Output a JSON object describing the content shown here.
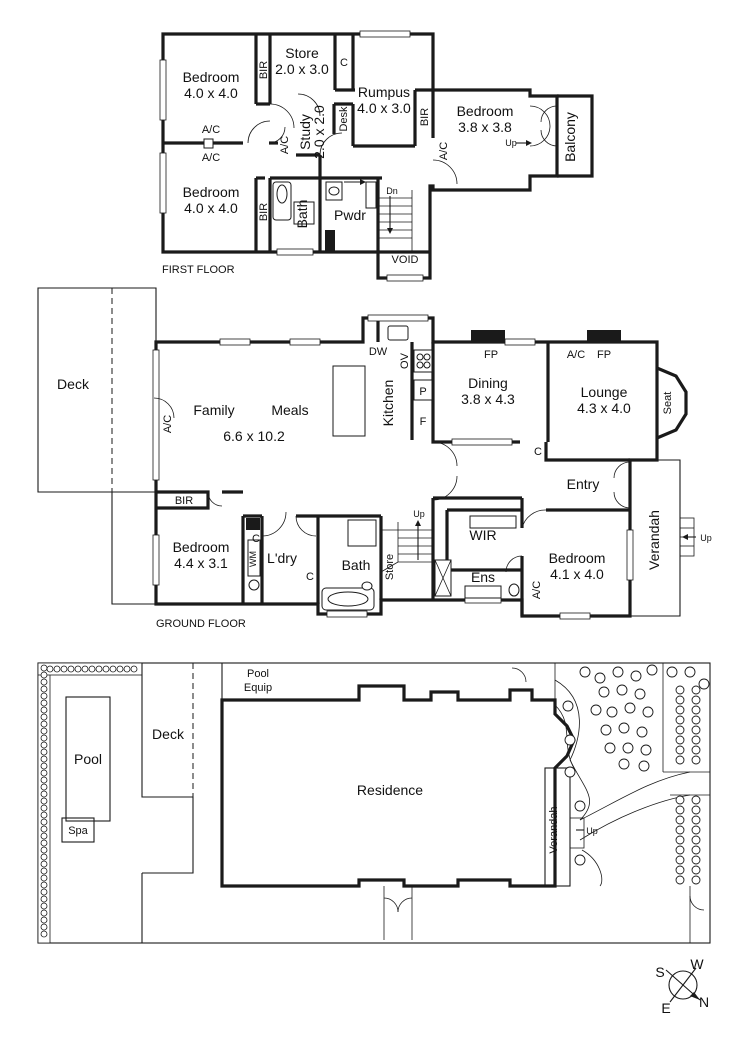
{
  "first_floor": {
    "caption": "FIRST FLOOR",
    "rooms": [
      {
        "name": "Bedroom",
        "size": "4.0 x 4.0"
      },
      {
        "name": "Store",
        "size": "2.0 x 3.0"
      },
      {
        "name": "Rumpus",
        "size": "4.0 x 3.0"
      },
      {
        "name": "Study",
        "size": "2.0 x 2.0"
      },
      {
        "name": "Bedroom",
        "size": "3.8 x 3.8"
      },
      {
        "name": "Bedroom",
        "size": "4.0 x 4.0"
      }
    ],
    "labels": {
      "bir": "BIR",
      "c": "C",
      "ac": "A/C",
      "desk": "Desk",
      "bath": "Bath",
      "pwdr": "Pwdr",
      "dn": "Dn",
      "void": "VOID",
      "up": "Up",
      "balcony": "Balcony"
    }
  },
  "ground_floor": {
    "caption": "GROUND FLOOR",
    "rooms": [
      {
        "name": "Family",
        "size": "6.6 x 10.2"
      },
      {
        "name": "Meals"
      },
      {
        "name": "Dining",
        "size": "3.8 x 4.3"
      },
      {
        "name": "Lounge",
        "size": "4.3 x 4.0"
      },
      {
        "name": "Bedroom",
        "size": "4.4 x 3.1"
      },
      {
        "name": "Bedroom",
        "size": "4.1 x 4.0"
      }
    ],
    "labels": {
      "deck": "Deck",
      "dw": "DW",
      "ov": "OV",
      "p": "P",
      "f": "F",
      "kitchen": "Kitchen",
      "fp": "FP",
      "ac": "A/C",
      "seat": "Seat",
      "c": "C",
      "entry": "Entry",
      "verandah": "Verandah",
      "up": "Up",
      "bir": "BIR",
      "wm": "WM",
      "laundry": "L'dry",
      "bath": "Bath",
      "store": "Store",
      "wir": "WIR",
      "ens": "Ens"
    }
  },
  "site_plan": {
    "labels": {
      "pool": "Pool",
      "spa": "Spa",
      "deck": "Deck",
      "pool_equip_1": "Pool",
      "pool_equip_2": "Equip",
      "residence": "Residence",
      "verandah": "Verandah",
      "up": "Up"
    }
  },
  "compass": {
    "n": "N",
    "s": "S",
    "e": "E",
    "w": "W"
  },
  "colors": {
    "ink": "#1a1a1a",
    "paper": "#ffffff"
  }
}
